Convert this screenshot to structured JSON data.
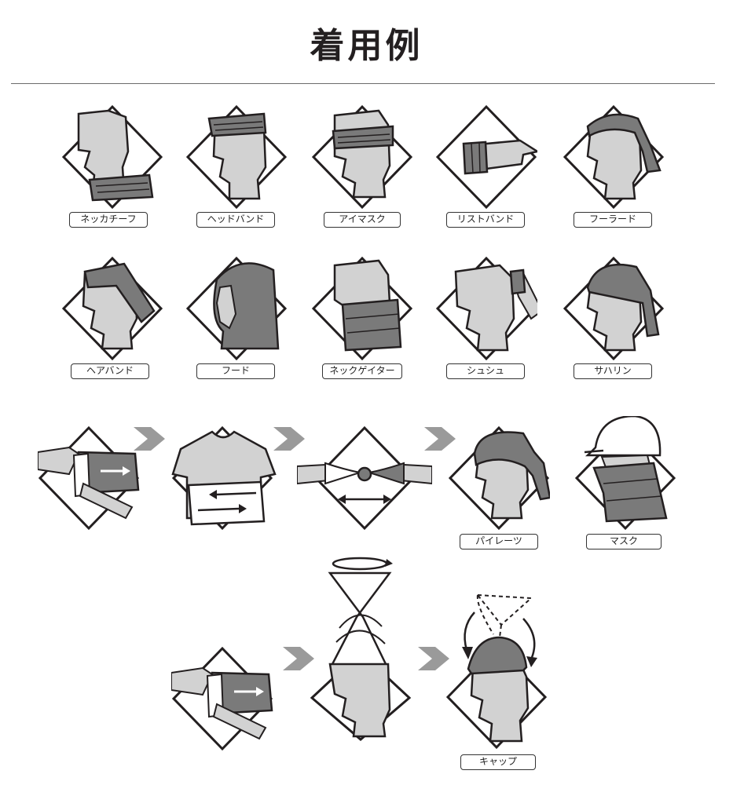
{
  "title": "着用例",
  "styles": [
    {
      "label": "ネッカチーフ",
      "icon": "neckerchief-icon"
    },
    {
      "label": "ヘッドバンド",
      "icon": "headband-icon"
    },
    {
      "label": "アイマスク",
      "icon": "eye-mask-icon"
    },
    {
      "label": "リストバンド",
      "icon": "wristband-icon"
    },
    {
      "label": "フーラード",
      "icon": "foulard-icon"
    },
    {
      "label": "ヘアバンド",
      "icon": "hairband-icon"
    },
    {
      "label": "フード",
      "icon": "hood-icon"
    },
    {
      "label": "ネックゲイター",
      "icon": "neck-gaiter-icon"
    },
    {
      "label": "シュシュ",
      "icon": "scrunchie-icon"
    },
    {
      "label": "サハリン",
      "icon": "sahalin-icon"
    },
    {
      "label": "パイレーツ",
      "icon": "pirate-icon"
    },
    {
      "label": "マスク",
      "icon": "helmet-mask-icon"
    },
    {
      "label": "キャップ",
      "icon": "cap-icon"
    }
  ],
  "steps": [
    {
      "icon": "fold-step-icon"
    },
    {
      "icon": "stretch-step-icon"
    },
    {
      "icon": "twist-tie-step-icon"
    },
    {
      "icon": "fold-step-icon"
    },
    {
      "icon": "twist-tube-step-icon"
    }
  ],
  "colors": {
    "outline": "#231f20",
    "skin": "#d2d2d2",
    "fabric": "#7a7a7a",
    "chevron": "#9a9a9a",
    "rule": "#6b6b6b"
  }
}
